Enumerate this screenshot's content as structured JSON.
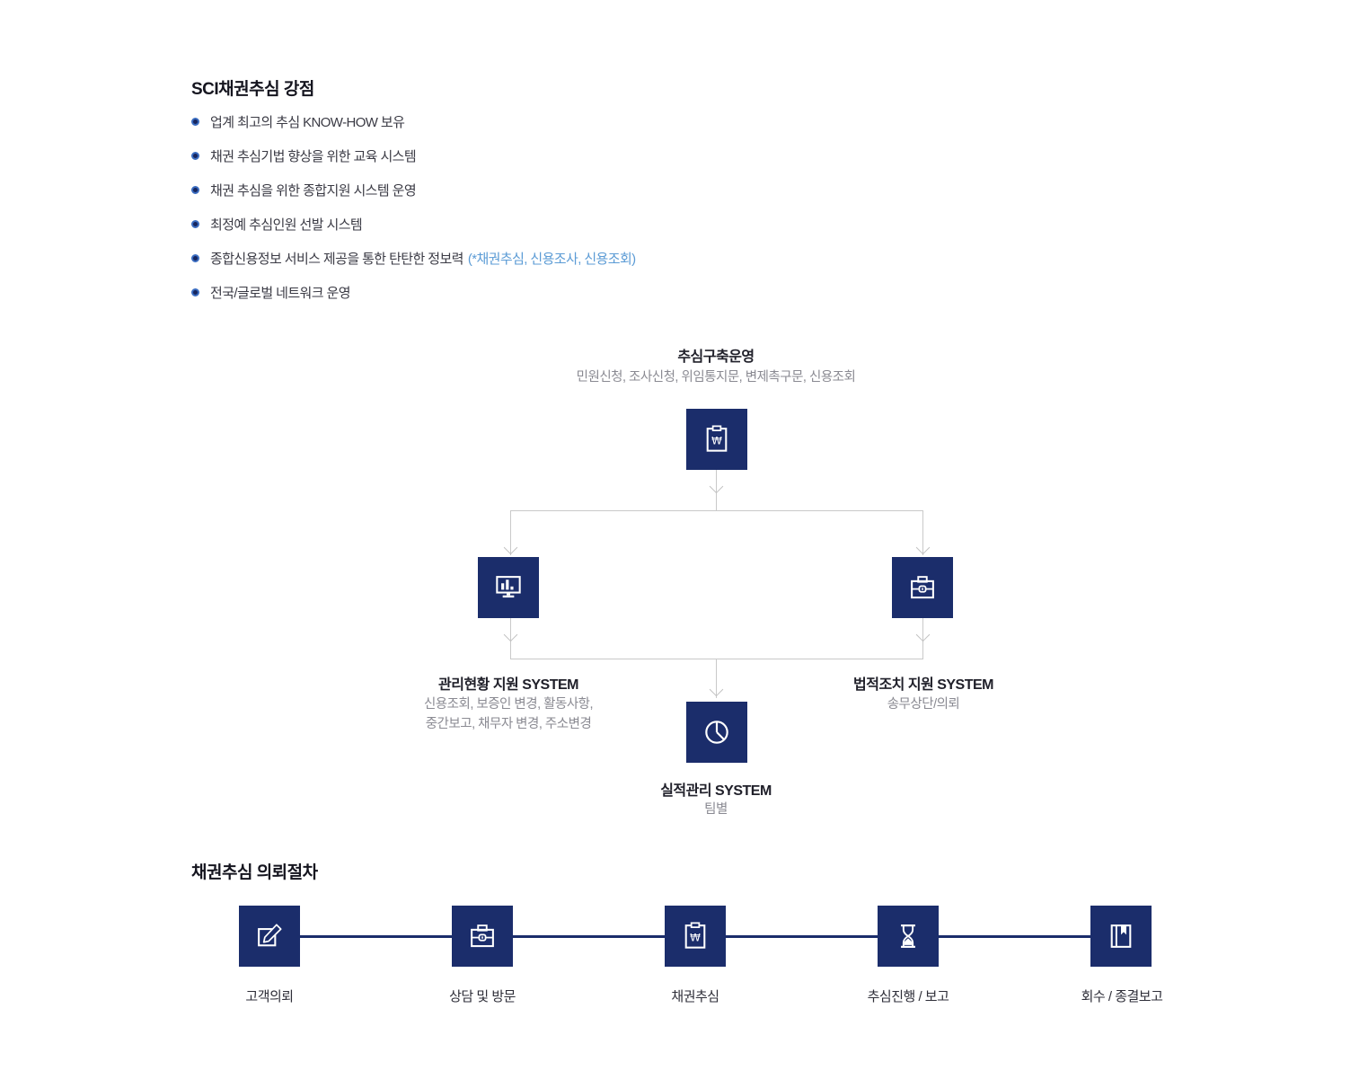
{
  "colors": {
    "navy": "#1b2d6b",
    "connector_gray": "#c9c9c9",
    "heading_text": "#15151f",
    "body_text": "#3a3a44",
    "muted_text": "#8a8a92",
    "link_blue": "#5b9bd5",
    "bullet_ring": "#3a6cc0"
  },
  "icons": {
    "won_symbol": "₩"
  },
  "strengths": {
    "title": "SCI채권추심 강점",
    "items": [
      {
        "text": "업계 최고의 추심 KNOW-HOW 보유"
      },
      {
        "text": "채권 추심기법 향상을 위한 교육 시스템"
      },
      {
        "text": "채권 추심을 위한 종합지원 시스템 운영"
      },
      {
        "text": "최정예 추심인원 선발 시스템"
      },
      {
        "text": "종합신용정보 서비스 제공을 통한 탄탄한 정보력",
        "highlight": "(*채권추심, 신용조사, 신용조회)"
      },
      {
        "text": "전국/글로벌 네트워크 운영"
      }
    ]
  },
  "system_diagram": {
    "top": {
      "title": "추심구축운영",
      "subtitle": "민원신청, 조사신청, 위임통지문, 변제촉구문, 신용조회",
      "icon": "clipboard-won-icon"
    },
    "left": {
      "title": "관리현황 지원 SYSTEM",
      "sub1": "신용조회, 보증인 변경, 활동사항,",
      "sub2": "중간보고, 채무자 변경, 주소변경",
      "icon": "monitor-chart-icon"
    },
    "right": {
      "title": "법적조치 지원 SYSTEM",
      "subtitle": "송무상단/의뢰",
      "icon": "briefcase-icon"
    },
    "bottom": {
      "title": "실적관리 SYSTEM",
      "subtitle": "팀별",
      "icon": "pie-chart-icon"
    }
  },
  "process": {
    "title": "채권추심 의뢰절차",
    "steps": [
      {
        "label": "고객의뢰",
        "icon": "edit-pencil-icon"
      },
      {
        "label": "상담 및 방문",
        "icon": "briefcase-icon"
      },
      {
        "label": "채권추심",
        "icon": "clipboard-won-icon"
      },
      {
        "label": "추심진행 / 보고",
        "icon": "hourglass-icon"
      },
      {
        "label": "회수 / 종결보고",
        "icon": "book-bookmark-icon"
      }
    ]
  }
}
